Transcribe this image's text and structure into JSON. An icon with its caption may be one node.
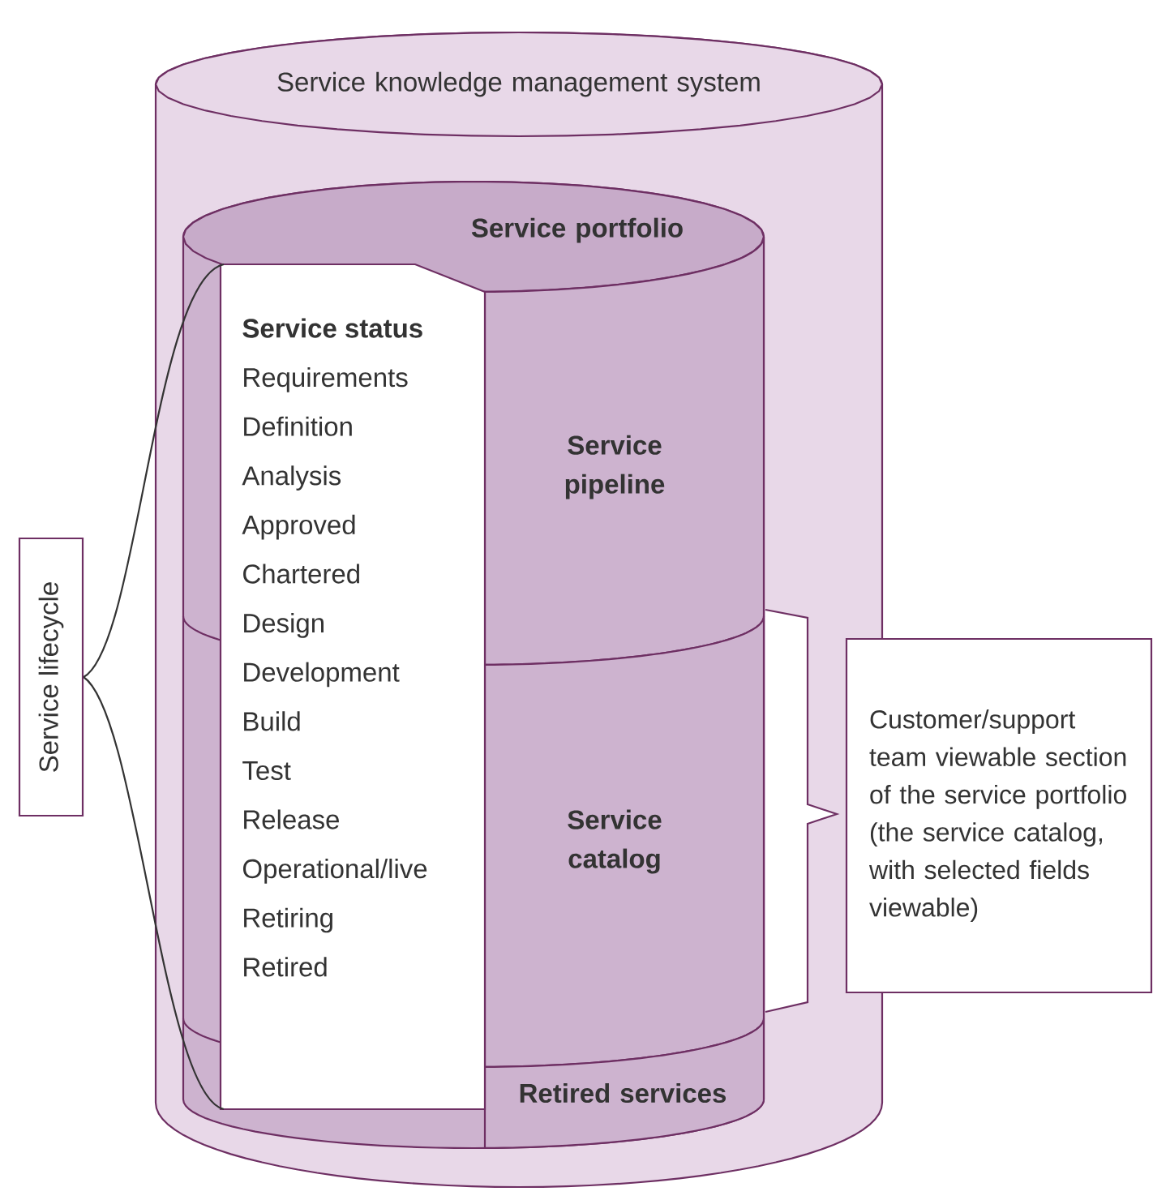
{
  "diagram": {
    "nodes": [
      {
        "text": [
          "Service knowledge management system"
        ]
      },
      {
        "text": [
          "Service portfolio"
        ],
        "in": 0
      },
      {
        "text": [
          "Service pipeline"
        ],
        "in": 1
      },
      {
        "text": [
          "Service catalog"
        ],
        "in": 1
      },
      {
        "text": [
          "Retired services"
        ],
        "in": 1
      },
      {
        "text": [
          "Service status",
          "Requirements",
          "Definition",
          "Analysis",
          "Approved",
          "Chartered",
          "Design",
          "Development",
          "Build",
          "Test",
          "Release",
          "Operational/live",
          "Retiring",
          "Retired"
        ],
        "in": 1
      },
      {
        "text": [
          "Service lifecycle"
        ]
      },
      {
        "text": [
          "Customer/support team viewable section of the service portfolio (the service catalog, with selected fields viewable)"
        ]
      }
    ],
    "edges": [
      {
        "from": 6,
        "to": 5,
        "arrow": "none"
      },
      {
        "from": 6,
        "to": 5,
        "arrow": "none"
      },
      {
        "from": 3,
        "to": 7,
        "arrow": "to"
      }
    ]
  }
}
